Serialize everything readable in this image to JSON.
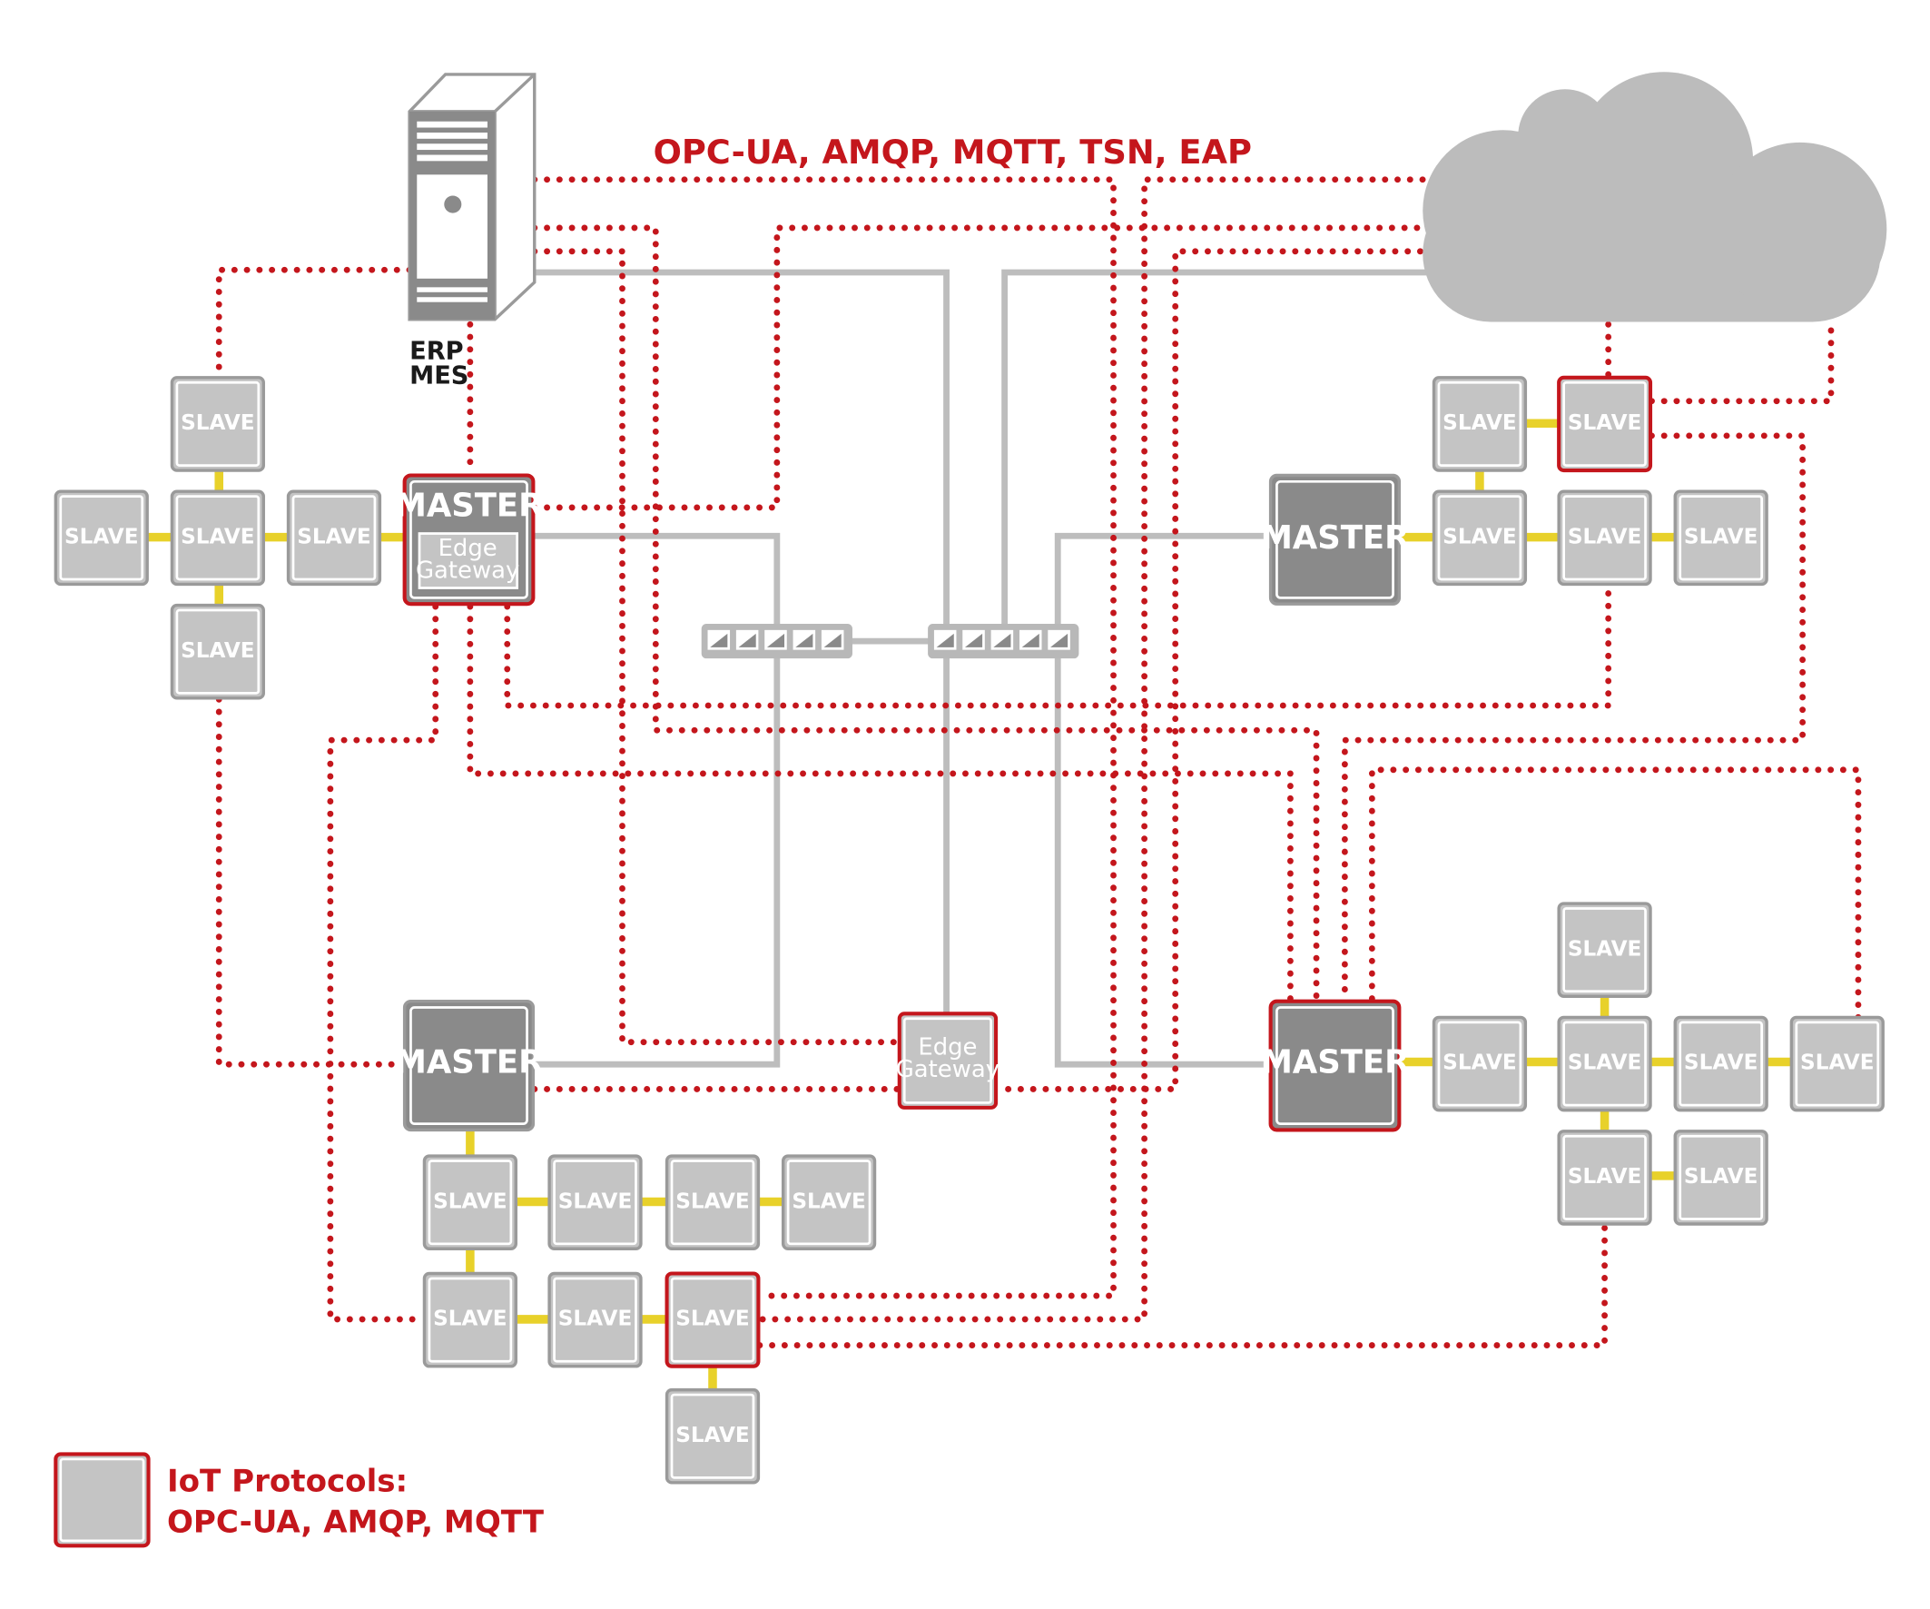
{
  "protocols_title": "OPC-UA, AMQP, MQTT, TSN, EAP",
  "erp_mes": {
    "line1": "ERP",
    "line2": "MES"
  },
  "node_labels": {
    "slave": "SLAVE",
    "master": "MASTER",
    "edge_gateway_line1": "Edge",
    "edge_gateway_line2": "Gateway"
  },
  "legend": {
    "line1": "IoT Protocols:",
    "line2": "OPC-UA, AMQP, MQTT"
  },
  "colors": {
    "iot_protocol_red": "#c4161c",
    "ethernet_gray": "#bdbdbd",
    "fieldbus_yellow": "#e8d12a",
    "slave_fill": "#c4c4c4",
    "master_fill": "#8a8a8a",
    "cloud_fill": "#bcbcbc"
  },
  "icons": [
    "server-icon",
    "cloud-icon",
    "network-switch-icon"
  ]
}
